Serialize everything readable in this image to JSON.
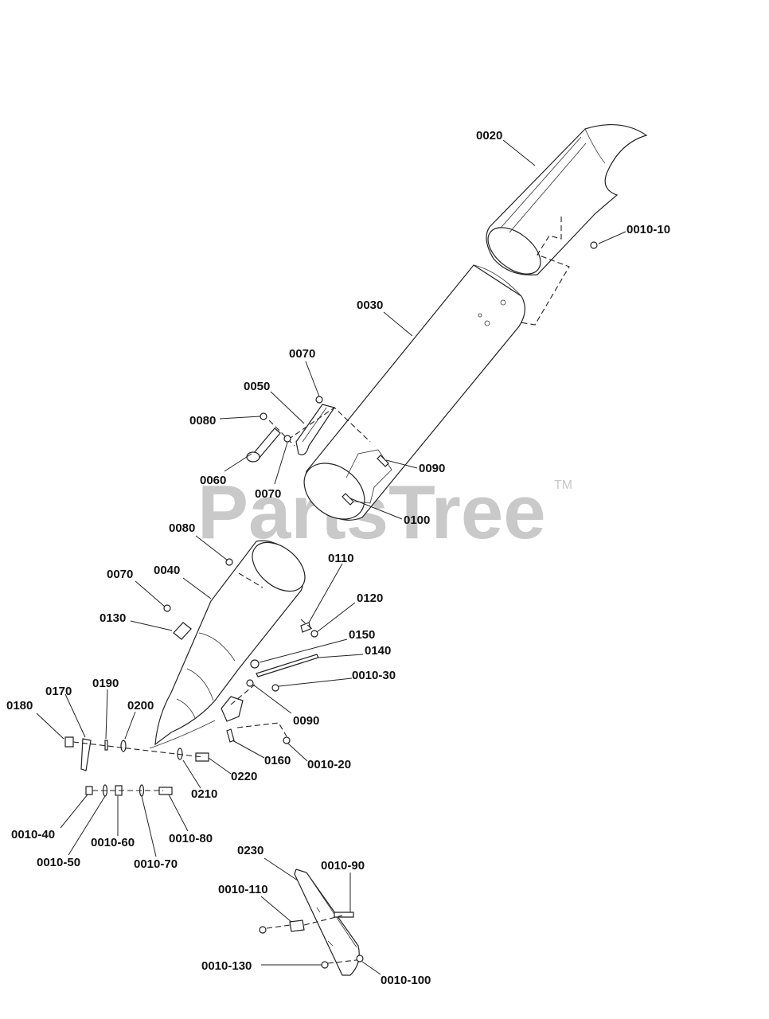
{
  "watermark": {
    "text": "PartsTree",
    "trademark": "TM"
  },
  "labels": [
    {
      "id": "l-0020",
      "text": "0020"
    },
    {
      "id": "l-0010-10",
      "text": "0010-10"
    },
    {
      "id": "l-0030",
      "text": "0030"
    },
    {
      "id": "l-0070a",
      "text": "0070"
    },
    {
      "id": "l-0050",
      "text": "0050"
    },
    {
      "id": "l-0080a",
      "text": "0080"
    },
    {
      "id": "l-0060",
      "text": "0060"
    },
    {
      "id": "l-0070b",
      "text": "0070"
    },
    {
      "id": "l-0090a",
      "text": "0090"
    },
    {
      "id": "l-0100",
      "text": "0100"
    },
    {
      "id": "l-0080b",
      "text": "0080"
    },
    {
      "id": "l-0110",
      "text": "0110"
    },
    {
      "id": "l-0070c",
      "text": "0070"
    },
    {
      "id": "l-0040",
      "text": "0040"
    },
    {
      "id": "l-0120",
      "text": "0120"
    },
    {
      "id": "l-0130",
      "text": "0130"
    },
    {
      "id": "l-0150",
      "text": "0150"
    },
    {
      "id": "l-0140",
      "text": "0140"
    },
    {
      "id": "l-0010-30",
      "text": "0010-30"
    },
    {
      "id": "l-0190",
      "text": "0190"
    },
    {
      "id": "l-0170",
      "text": "0170"
    },
    {
      "id": "l-0180",
      "text": "0180"
    },
    {
      "id": "l-0200",
      "text": "0200"
    },
    {
      "id": "l-0090b",
      "text": "0090"
    },
    {
      "id": "l-0160",
      "text": "0160"
    },
    {
      "id": "l-0010-20",
      "text": "0010-20"
    },
    {
      "id": "l-0220",
      "text": "0220"
    },
    {
      "id": "l-0210",
      "text": "0210"
    },
    {
      "id": "l-0010-40",
      "text": "0010-40"
    },
    {
      "id": "l-0010-80",
      "text": "0010-80"
    },
    {
      "id": "l-0010-60",
      "text": "0010-60"
    },
    {
      "id": "l-0010-50",
      "text": "0010-50"
    },
    {
      "id": "l-0010-70",
      "text": "0010-70"
    },
    {
      "id": "l-0230",
      "text": "0230"
    },
    {
      "id": "l-0010-90",
      "text": "0010-90"
    },
    {
      "id": "l-0010-110",
      "text": "0010-110"
    },
    {
      "id": "l-0010-130",
      "text": "0010-130"
    },
    {
      "id": "l-0010-100",
      "text": "0010-100"
    }
  ]
}
